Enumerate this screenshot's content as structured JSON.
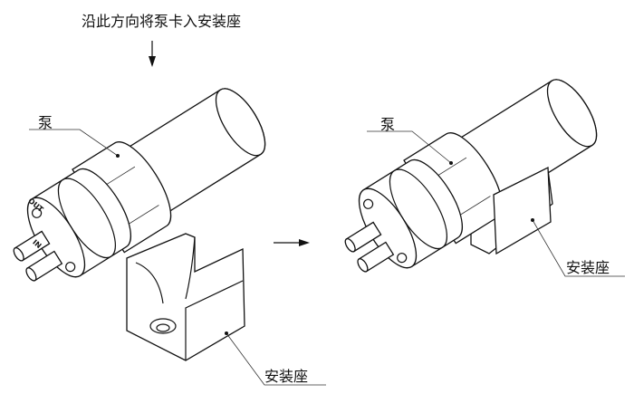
{
  "instruction": "沿此方向将泵卡入安装座",
  "left": {
    "pump_label": "泵",
    "mount_label": "安装座"
  },
  "right": {
    "pump_label": "泵",
    "mount_label": "安装座"
  },
  "port_labels": {
    "out": "OUT",
    "in": "IN"
  }
}
